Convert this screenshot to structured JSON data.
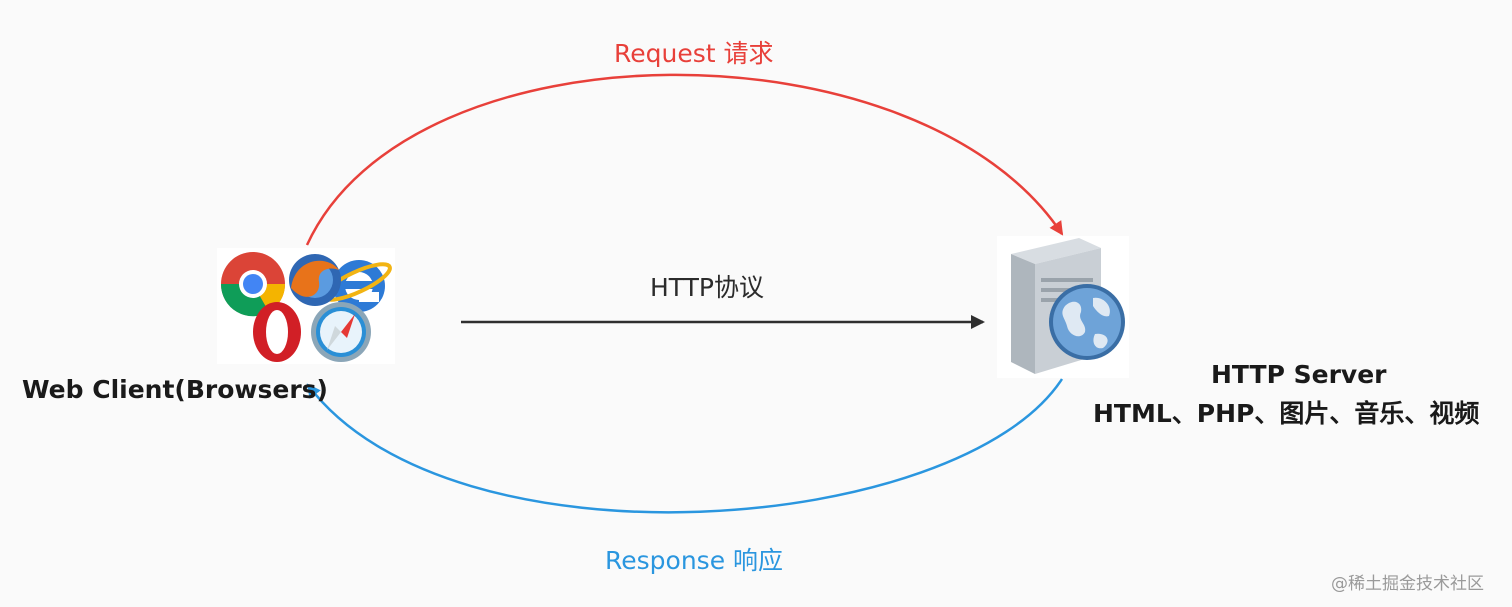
{
  "colors": {
    "request": "#e8403a",
    "response": "#2a96df",
    "protocol": "#2f2f2f"
  },
  "request": {
    "label": "Request 请求"
  },
  "protocol": {
    "label": "HTTP协议"
  },
  "response": {
    "label": "Response 响应"
  },
  "client": {
    "label": "Web Client(Browsers)",
    "icon": "browsers-icon"
  },
  "server": {
    "title": "HTTP Server",
    "content": "HTML、PHP、图片、音乐、视频",
    "icon": "server-globe-icon"
  },
  "watermark": "@稀土掘金技术社区"
}
